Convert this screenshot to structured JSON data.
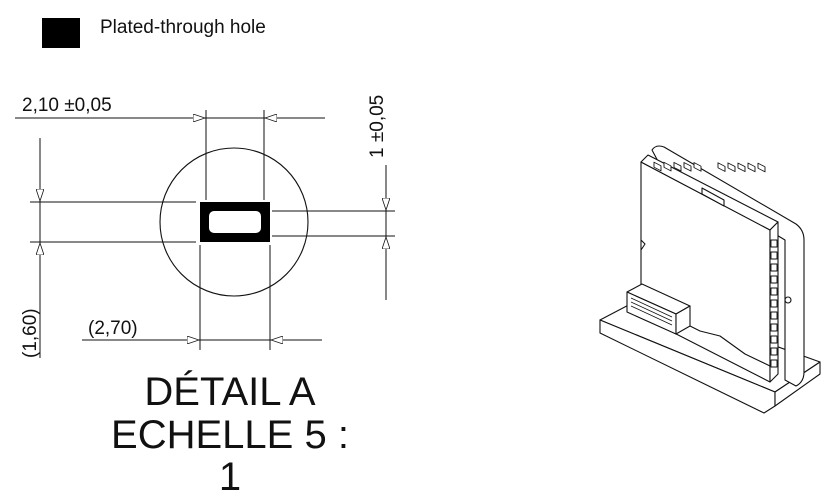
{
  "legend": {
    "label": "Plated-through hole",
    "swatch_color": "#000000"
  },
  "dimensions": {
    "pad_width": "2,10 ±0,05",
    "pad_height": "1 ±0,05",
    "ref_height": "(1,60)",
    "ref_width": "(2,70)"
  },
  "detail": {
    "title": "DÉTAIL A",
    "scale": "ECHELLE 5 : 1"
  },
  "colors": {
    "ink": "#111111",
    "board": "#ffffff"
  }
}
